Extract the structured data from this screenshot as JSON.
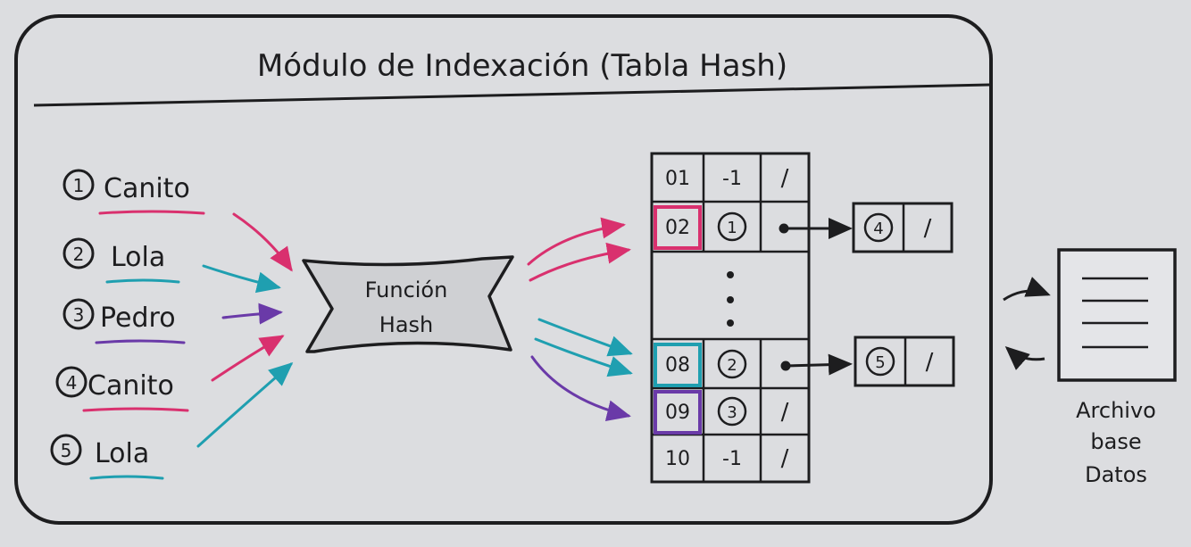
{
  "module": {
    "title": "Módulo de Indexación (Tabla Hash)"
  },
  "records": [
    {
      "num": "1",
      "name": "Canito",
      "color": "#d9306e"
    },
    {
      "num": "2",
      "name": "Lola",
      "color": "#1f9fb0"
    },
    {
      "num": "3",
      "name": "Pedro",
      "color": "#6a3aa8"
    },
    {
      "num": "4",
      "name": "Canito",
      "color": "#d9306e"
    },
    {
      "num": "5",
      "name": "Lola",
      "color": "#1f9fb0"
    }
  ],
  "hash_function": {
    "line1": "Función",
    "line2": "Hash"
  },
  "table": {
    "rows": [
      {
        "key": "01",
        "value": "-1",
        "next": "/"
      },
      {
        "key": "02",
        "value": "1",
        "value_circled": true,
        "next": "•",
        "highlight": "#d9306e"
      },
      {
        "key": "",
        "value": "⋮",
        "next": ""
      },
      {
        "key": "08",
        "value": "2",
        "value_circled": true,
        "next": "•",
        "highlight": "#1f9fb0"
      },
      {
        "key": "09",
        "value": "3",
        "value_circled": true,
        "next": "/",
        "highlight": "#6a3aa8"
      },
      {
        "key": "10",
        "value": "-1",
        "next": "/"
      }
    ]
  },
  "chain_nodes": [
    {
      "value": "4",
      "next": "/"
    },
    {
      "value": "5",
      "next": "/"
    }
  ],
  "database": {
    "label_line1": "Archivo",
    "label_line2": "base",
    "label_line3": "Datos"
  },
  "colors": {
    "pink": "#d9306e",
    "teal": "#1f9fb0",
    "purple": "#6a3aa8",
    "ink": "#1d1d1f",
    "paper": "#dcdde0"
  }
}
